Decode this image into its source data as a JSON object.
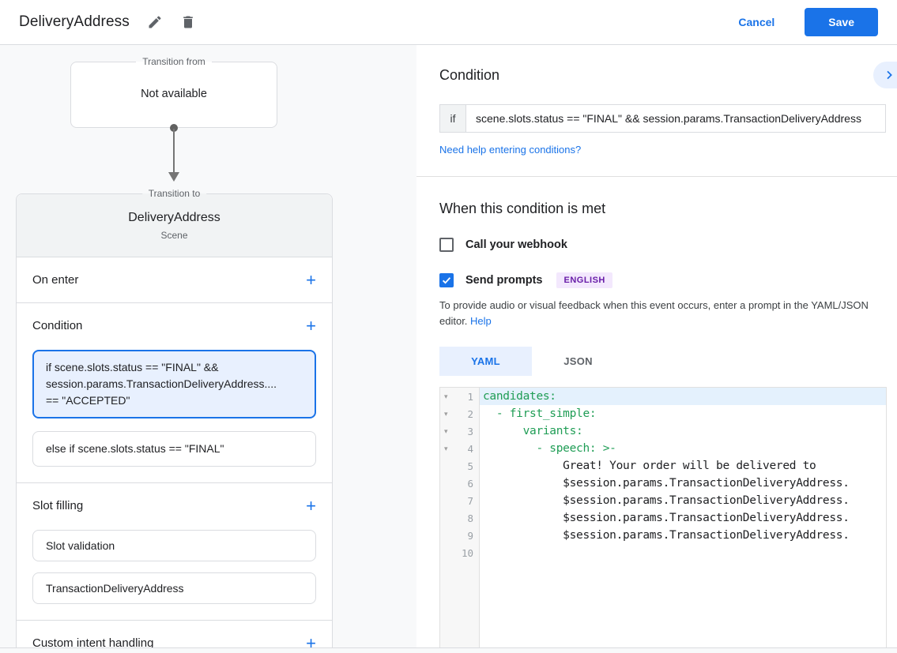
{
  "colors": {
    "accent_blue": "#1a73e8",
    "selection_bg": "#e8f0fe",
    "badge_purple_text": "#681da8",
    "badge_purple_bg": "#f3e8fd",
    "code_key_green": "#1f9d55",
    "active_line_bg": "#e4f1fd"
  },
  "icons": {
    "plus": "+",
    "fold_arrow": "▾"
  },
  "header": {
    "title": "DeliveryAddress",
    "cancel_label": "Cancel",
    "save_label": "Save"
  },
  "left_panel": {
    "transition_from": {
      "label": "Transition from",
      "value": "Not available"
    },
    "transition_to": {
      "label": "Transition to",
      "title": "DeliveryAddress",
      "subtitle": "Scene"
    },
    "on_enter_label": "On enter",
    "condition_label": "Condition",
    "slot_filling_label": "Slot filling",
    "custom_intent_label": "Custom intent handling",
    "condition_box1": {
      "lines": [
        "if scene.slots.status == \"FINAL\" &&",
        "session.params.TransactionDeliveryAddress....",
        "== \"ACCEPTED\""
      ]
    },
    "condition_box2": "else if scene.slots.status == \"FINAL\"",
    "slot_items": [
      "Slot validation",
      "TransactionDeliveryAddress"
    ]
  },
  "condition_panel": {
    "title": "Condition",
    "if_label": "if",
    "if_value": "scene.slots.status == \"FINAL\" && session.params.TransactionDeliveryAddress",
    "help_link": "Need help entering conditions?"
  },
  "when_met": {
    "title": "When this condition is met",
    "webhook_label": "Call your webhook",
    "send_prompts_label": "Send prompts",
    "language_badge": "ENGLISH",
    "description": "To provide audio or visual feedback when this event occurs, enter a prompt in the YAML/JSON editor.",
    "help_label": "Help"
  },
  "editor": {
    "tabs": [
      "YAML",
      "JSON"
    ],
    "active_tab": "YAML",
    "lines": [
      {
        "num": "1",
        "text": "candidates:"
      },
      {
        "num": "2",
        "text": "  - first_simple:"
      },
      {
        "num": "3",
        "text": "      variants:"
      },
      {
        "num": "4",
        "text": "        - speech: >-"
      },
      {
        "num": "5",
        "text": "            Great! Your order will be delivered to"
      },
      {
        "num": "6",
        "text": "            $session.params.TransactionDeliveryAddress."
      },
      {
        "num": "7",
        "text": "            $session.params.TransactionDeliveryAddress."
      },
      {
        "num": "8",
        "text": "            $session.params.TransactionDeliveryAddress."
      },
      {
        "num": "9",
        "text": "            $session.params.TransactionDeliveryAddress."
      },
      {
        "num": "10",
        "text": ""
      }
    ]
  }
}
